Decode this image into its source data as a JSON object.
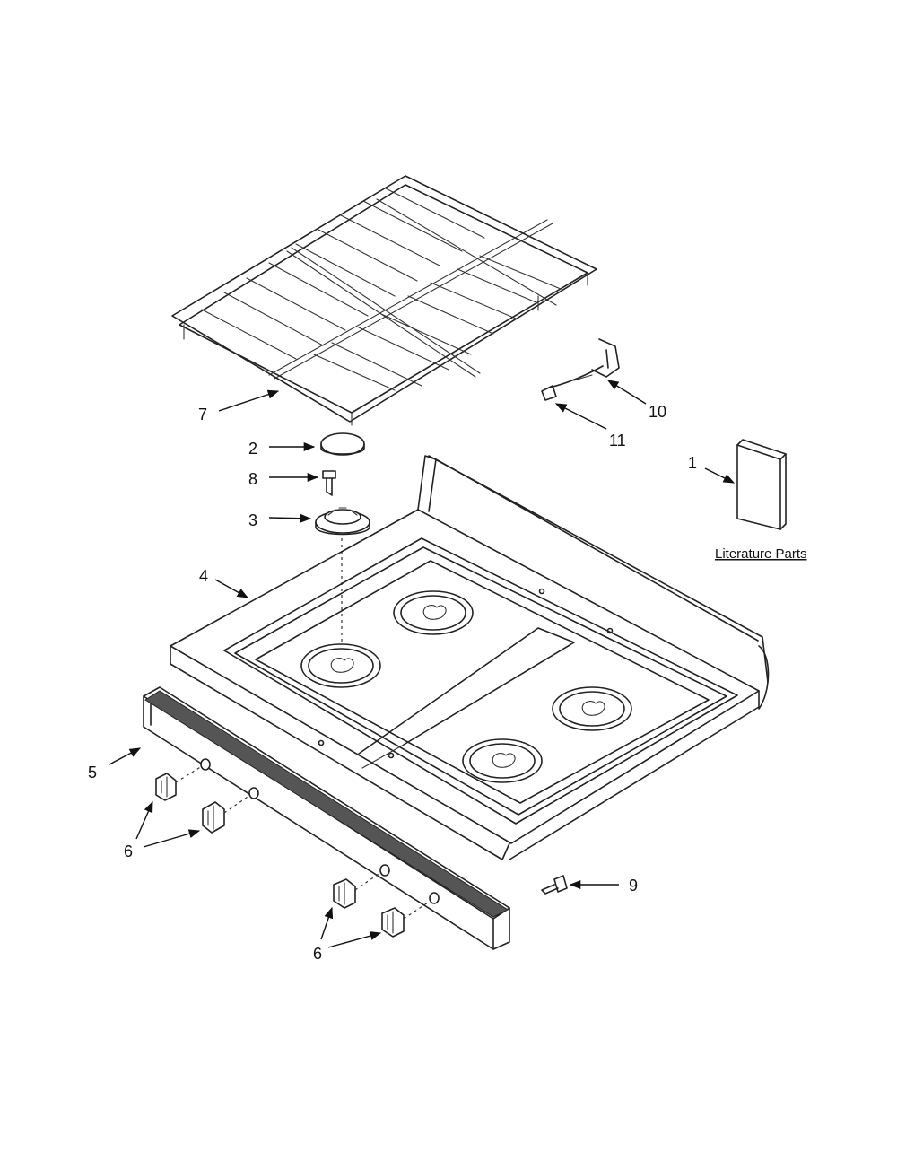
{
  "callouts": {
    "p1": "1",
    "p2": "2",
    "p3": "3",
    "p4": "4",
    "p5": "5",
    "p6a": "6",
    "p6b": "6",
    "p7": "7",
    "p8": "8",
    "p9": "9",
    "p10": "10",
    "p11": "11"
  },
  "literature_label": "Literature Parts"
}
